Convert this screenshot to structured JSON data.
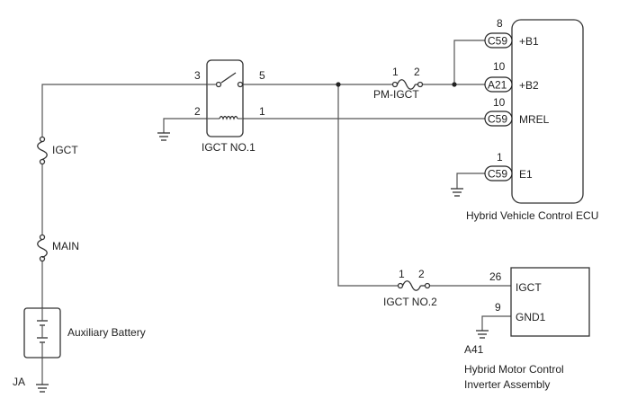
{
  "relay": {
    "name": "IGCT NO.1",
    "pins": {
      "left_top": "3",
      "right_top": "5",
      "left_bottom": "2",
      "right_bottom": "1"
    }
  },
  "fuses": {
    "pm_igct": {
      "name": "PM-IGCT",
      "pin_a": "1",
      "pin_b": "2"
    },
    "igct_no2": {
      "name": "IGCT NO.2",
      "pin_a": "1",
      "pin_b": "2"
    },
    "igct": {
      "name": "IGCT"
    },
    "main": {
      "name": "MAIN"
    }
  },
  "battery": {
    "name": "Auxiliary Battery",
    "ground_label": "JA"
  },
  "ecu": {
    "name": "Hybrid Vehicle Control ECU",
    "terminals": [
      {
        "pin": "8",
        "connector": "C59",
        "signal": "+B1"
      },
      {
        "pin": "10",
        "connector": "A21",
        "signal": "+B2"
      },
      {
        "pin": "10",
        "connector": "C59",
        "signal": "MREL"
      },
      {
        "pin": "1",
        "connector": "C59",
        "signal": "E1"
      }
    ]
  },
  "inverter": {
    "connector": "A41",
    "name_line1": "Hybrid Motor Control",
    "name_line2": "Inverter Assembly",
    "terminals": [
      {
        "pin": "26",
        "signal": "IGCT"
      },
      {
        "pin": "9",
        "signal": "GND1"
      }
    ]
  }
}
